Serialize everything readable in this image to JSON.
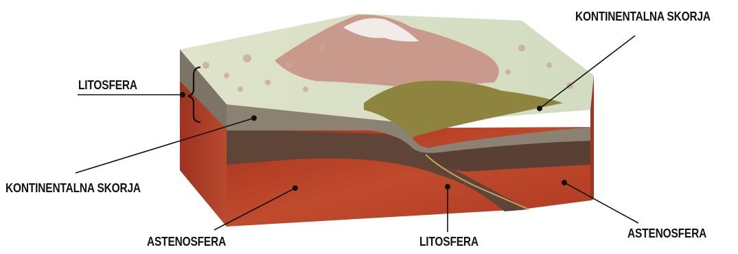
{
  "labels": {
    "litosfera_left": "LITOSFERA",
    "kontinentalna_top_right": "KONTINENTALNA SKORJA",
    "kontinentalna_left": "KONTINENTALNA SKORJA",
    "astenosfera_bottom_left": "ASTENOSFERA",
    "litosfera_bottom": "LITOSFERA",
    "astenosfera_right": "ASTENOSFERA"
  },
  "colors": {
    "asthenosphere": "#b8402a",
    "asthenosphere_dark": "#8f2d1d",
    "lithosphere": "#5b4238",
    "crust": "#8a8173",
    "surface": "#d7ddc3",
    "mountain_pink": "#c9978a",
    "olive": "#8c8240",
    "line": "#111111"
  }
}
